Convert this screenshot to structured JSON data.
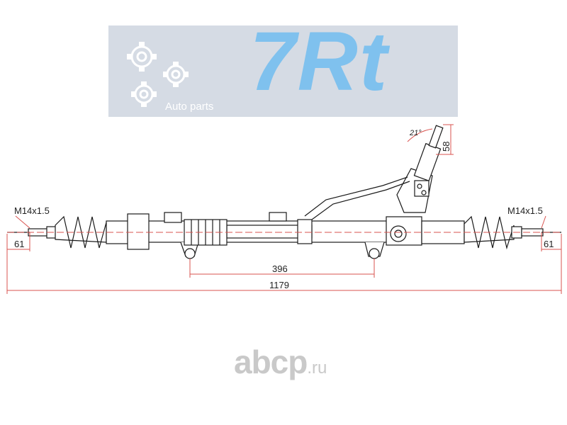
{
  "logo": {
    "brand": "7Rt",
    "subtitle": "Auto parts"
  },
  "dimensions": {
    "thread_left": "M14x1.5",
    "thread_right": "M14x1.5",
    "end_left": "61",
    "end_right": "61",
    "mount_spacing": "396",
    "overall_length": "1179",
    "valve_height": "58",
    "valve_angle": "21°"
  },
  "watermark": {
    "name": "abcp",
    "domain": ".ru"
  },
  "colors": {
    "banner": "#d5dbe4",
    "brand": "#7fc1ee",
    "dimension_line": "#d9534f",
    "outline": "#1a1a1a"
  }
}
